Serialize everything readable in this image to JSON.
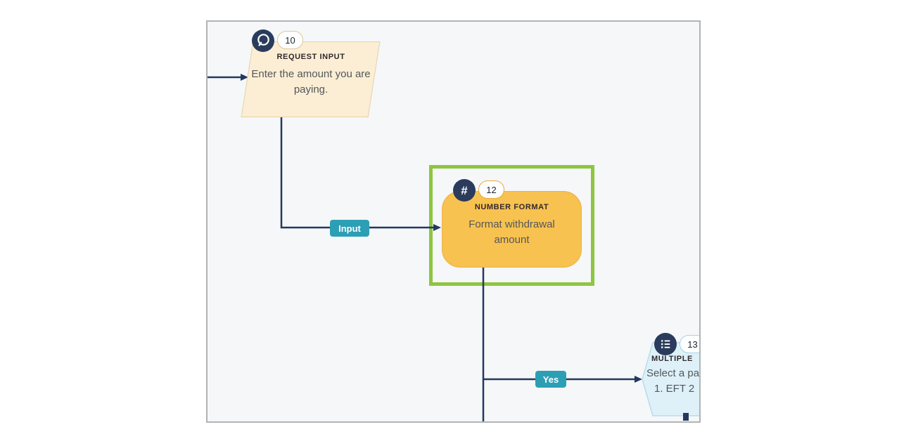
{
  "canvas": {
    "background": "#f5f7f9",
    "border_color": "#b1b3b5"
  },
  "colors": {
    "connector_navy": "#24395e",
    "selection_green": "#8dc63f",
    "label_teal": "#2c9fb5",
    "request_input_fill": "#fbeed4",
    "number_format_fill": "#f7c250",
    "multiple_choice_fill": "#def1f9",
    "icon_circle_navy": "#2a3b5c"
  },
  "connectors": {
    "input_label": "Input",
    "yes_label": "Yes"
  },
  "nodes": [
    {
      "badge": "10",
      "type_label": "REQUEST INPUT",
      "icon": "chat-icon",
      "text": "Enter the amount you are paying."
    },
    {
      "badge": "12",
      "type_label": "NUMBER FORMAT",
      "icon": "hash-icon",
      "text": "Format withdrawal amount",
      "selected": true
    },
    {
      "badge": "13",
      "type_label": "MULTIPLE",
      "icon": "list-icon",
      "lines": [
        "Select a pa",
        "1. EFT 2"
      ]
    }
  ]
}
